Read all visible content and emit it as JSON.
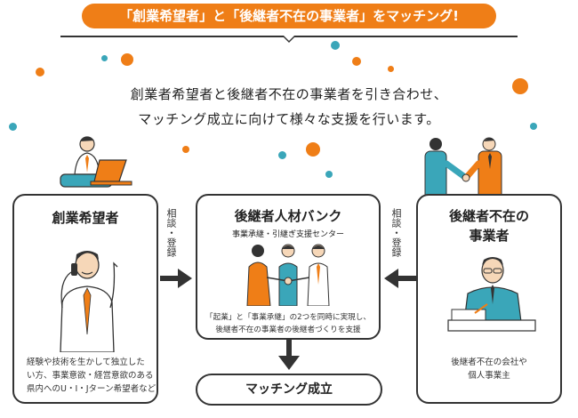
{
  "banner": {
    "text": "「創業希望者」と「後継者不在の事業者」をマッチング!"
  },
  "intro": {
    "line1": "創業者希望者と後継者不在の事業者を引き合わせ、",
    "line2": "マッチング成立に向けて様々な支援を行います。"
  },
  "left_box": {
    "title": "創業希望者",
    "note_line1": "経験や技術を生かして独立した",
    "note_line2": "い方、事業意欲・経営意欲のある",
    "note_line3": "県内へのU・I・Jターン希望者など"
  },
  "center_box": {
    "title": "後継者人材バンク",
    "subtitle": "事業承継・引継ぎ支援センター",
    "note_line1": "「起業」と「事業承継」の2つを同時に実現し、",
    "note_line2": "後継者不在の事業者の後継者づくりを支援"
  },
  "right_box": {
    "title_line1": "後継者不在の",
    "title_line2": "事業者",
    "note_line1": "後継者不在の会社や",
    "note_line2": "個人事業主"
  },
  "left_arrow_label": "相談・登録",
  "right_arrow_label": "相談・登録",
  "result": {
    "label": "マッチング成立"
  },
  "colors": {
    "accent": "#ef7e17",
    "teal": "#3aa6b9",
    "ink": "#333333"
  }
}
